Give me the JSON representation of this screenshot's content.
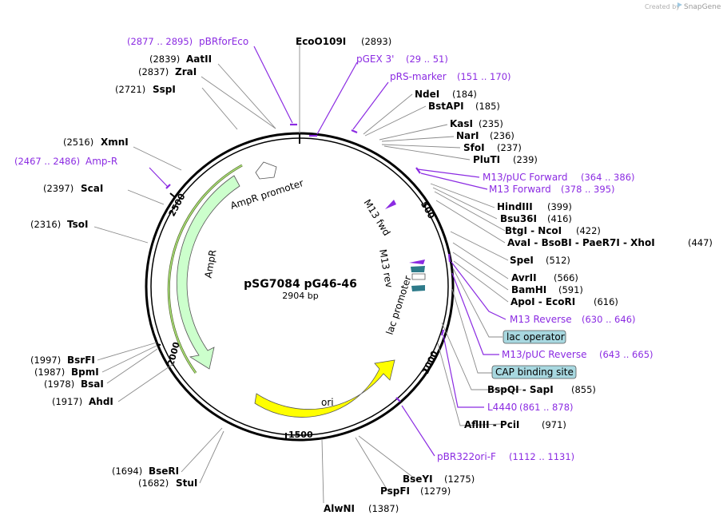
{
  "credit": {
    "text": "Created by",
    "brand": "SnapGene"
  },
  "plasmid": {
    "name": "pSG7084 pG46-46",
    "length_label": "2904 bp"
  },
  "ticks": [
    "500",
    "1000",
    "1500",
    "2000",
    "2500"
  ],
  "features": {
    "ampr_promoter": "AmpR promoter",
    "ampr": "AmpR",
    "ori": "ori",
    "lac_promoter": "lac promoter",
    "m13_fwd": "M13 fwd",
    "m13_rev": "M13 rev"
  },
  "sites": [
    {
      "name": "EcoO109I",
      "pos": "(2893)"
    },
    {
      "name": "AatII",
      "pos": "(2839)"
    },
    {
      "name": "ZraI",
      "pos": "(2837)"
    },
    {
      "name": "SspI",
      "pos": "(2721)"
    },
    {
      "name": "XmnI",
      "pos": "(2516)"
    },
    {
      "name": "ScaI",
      "pos": "(2397)"
    },
    {
      "name": "TsoI",
      "pos": "(2316)"
    },
    {
      "name": "BsrFI",
      "pos": "(1997)"
    },
    {
      "name": "BpmI",
      "pos": "(1987)"
    },
    {
      "name": "BsaI",
      "pos": "(1978)"
    },
    {
      "name": "AhdI",
      "pos": "(1917)"
    },
    {
      "name": "BseRI",
      "pos": "(1694)"
    },
    {
      "name": "StuI",
      "pos": "(1682)"
    },
    {
      "name": "AlwNI",
      "pos": "(1387)"
    },
    {
      "name": "PspFI",
      "pos": "(1279)"
    },
    {
      "name": "BseYI",
      "pos": "(1275)"
    },
    {
      "name": "AflIII - PciI",
      "pos": "(971)"
    },
    {
      "name": "BspQI - SapI",
      "pos": "(855)"
    },
    {
      "name": "ApoI - EcoRI",
      "pos": "(616)"
    },
    {
      "name": "BamHI",
      "pos": "(591)"
    },
    {
      "name": "AvrII",
      "pos": "(566)"
    },
    {
      "name": "SpeI",
      "pos": "(512)"
    },
    {
      "name": "AvaI - BsoBI - PaeR7I - XhoI",
      "pos": "(447)"
    },
    {
      "name": "BtgI - NcoI",
      "pos": "(422)"
    },
    {
      "name": "Bsu36I",
      "pos": "(416)"
    },
    {
      "name": "HindIII",
      "pos": "(399)"
    },
    {
      "name": "PluTI",
      "pos": "(239)"
    },
    {
      "name": "SfoI",
      "pos": "(237)"
    },
    {
      "name": "NarI",
      "pos": "(236)"
    },
    {
      "name": "KasI",
      "pos": "(235)"
    },
    {
      "name": "BstAPI",
      "pos": "(185)"
    },
    {
      "name": "NdeI",
      "pos": "(184)"
    }
  ],
  "primers": [
    {
      "name": "pBRforEco",
      "range": "(2877 .. 2895)"
    },
    {
      "name": "pGEX 3'",
      "range": "(29 .. 51)"
    },
    {
      "name": "pRS-marker",
      "range": "(151 .. 170)"
    },
    {
      "name": "Amp-R",
      "range": "(2467 .. 2486)"
    },
    {
      "name": "M13/pUC Forward",
      "range": "(364 .. 386)"
    },
    {
      "name": "M13 Forward",
      "range": "(378 .. 395)"
    },
    {
      "name": "M13 Reverse",
      "range": "(630 .. 646)"
    },
    {
      "name": "M13/pUC Reverse",
      "range": "(643 .. 665)"
    },
    {
      "name": "L4440",
      "range": "(861 .. 878)"
    },
    {
      "name": "pBR322ori-F",
      "range": "(1112 .. 1131)"
    }
  ],
  "boxes": [
    {
      "name": "lac operator"
    },
    {
      "name": "CAP binding site"
    }
  ],
  "colors": {
    "ampr_fill": "#ccffcc",
    "ori_fill": "#ffff00",
    "primer": "#8b2be2",
    "box_fill": "#a8d8e0",
    "operator_fill": "#2e7b8a"
  }
}
